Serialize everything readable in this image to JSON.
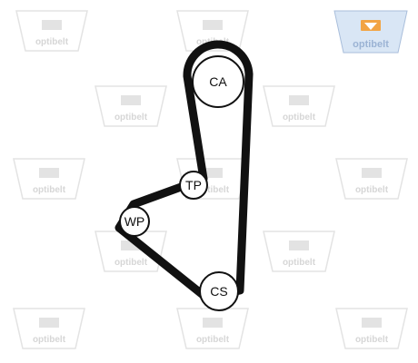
{
  "watermark": {
    "brand_text": "optibelt",
    "faint_color": "#e3e3e3",
    "faint_text_color": "#d6d6d6"
  },
  "logo": {
    "text": "optibelt",
    "bg_color": "#d9e6f5",
    "border_color": "#a9bedb",
    "text_color": "#9bb3d4",
    "accent_color": "#f2a444"
  },
  "diagram": {
    "belt_color": "#111111",
    "pulleys": {
      "ca": {
        "label": "CA"
      },
      "tp": {
        "label": "TP"
      },
      "wp": {
        "label": "WP"
      },
      "cs": {
        "label": "CS"
      }
    }
  }
}
